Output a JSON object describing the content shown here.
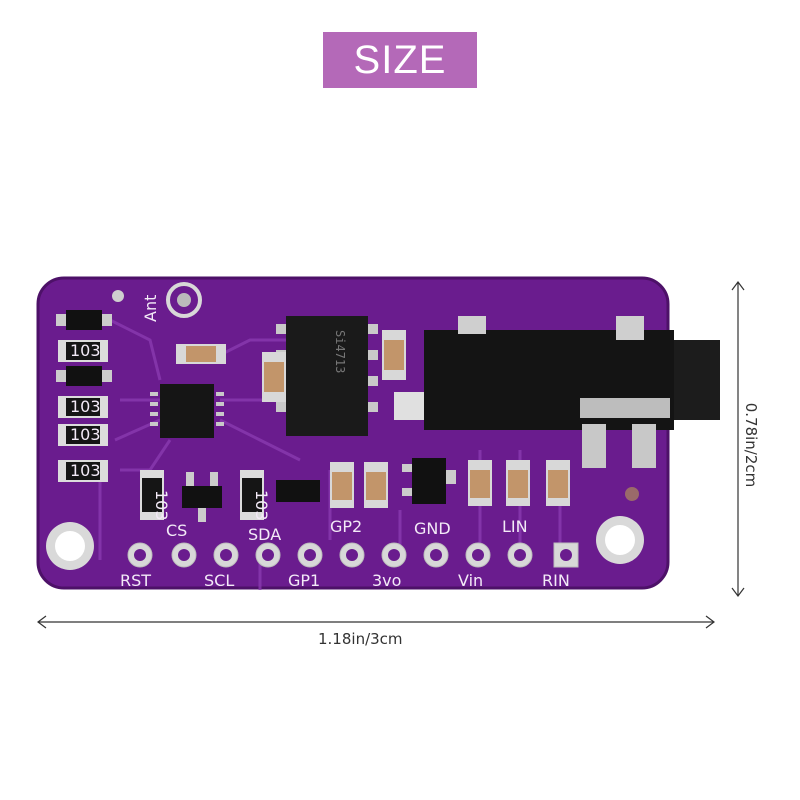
{
  "title": "SIZE",
  "width_label": "1.18in/3cm",
  "height_label": "0.78in/2cm",
  "board": {
    "pin_labels_top": [
      "CS",
      "SDA",
      "GP2",
      "GND",
      "LIN"
    ],
    "pin_labels_bottom": [
      "RST",
      "SCL",
      "GP1",
      "3vo",
      "Vin",
      "RIN"
    ],
    "antenna_label": "Ant",
    "resistor_code": "103",
    "chip_marking": "Si4713",
    "colors": {
      "pcb": "#6a1c8e",
      "silk": "#f3eaf7",
      "pad": "#d8d8d8",
      "accent": "#b469b8"
    }
  }
}
